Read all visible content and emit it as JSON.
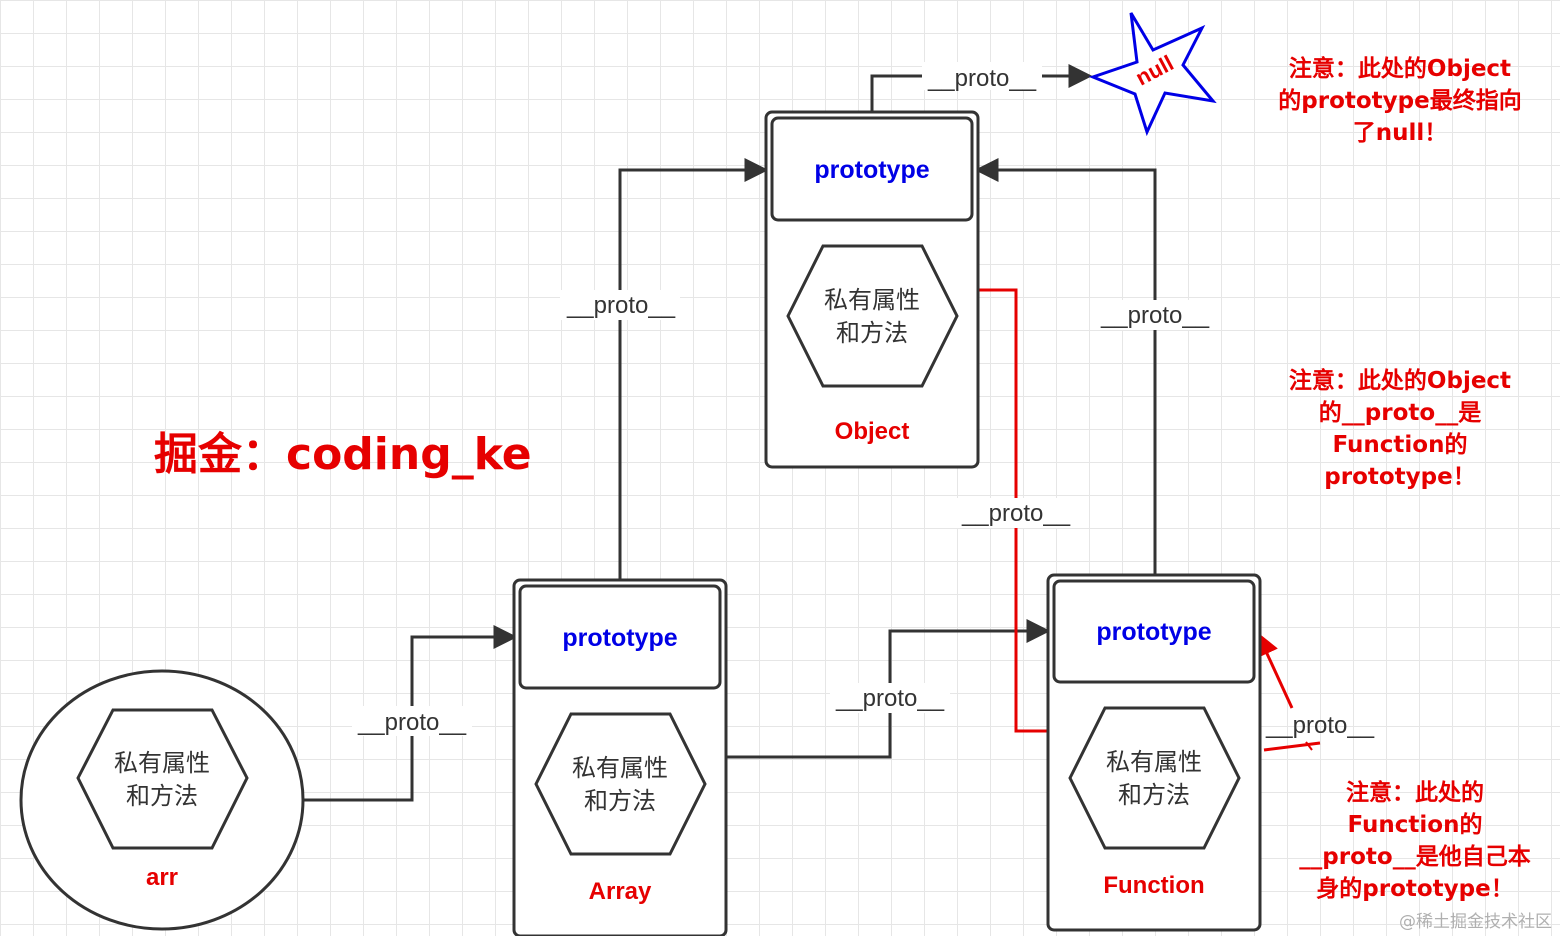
{
  "brand": "掘金：coding_ke",
  "watermark": "@稀土掘金技术社区",
  "null_node": {
    "label": "null",
    "color": "#e60000",
    "outline": "#0000e6"
  },
  "nodes": {
    "object": {
      "prototype_label": "prototype",
      "members_lines": [
        "私有属性",
        "和方法"
      ],
      "name": "Object"
    },
    "array": {
      "prototype_label": "prototype",
      "members_lines": [
        "私有属性",
        "和方法"
      ],
      "name": "Array"
    },
    "function": {
      "prototype_label": "prototype",
      "members_lines": [
        "私有属性",
        "和方法"
      ],
      "name": "Function"
    },
    "arr": {
      "members_lines": [
        "私有属性",
        "和方法"
      ],
      "name": "arr"
    }
  },
  "edges": {
    "object_to_null": "__proto__",
    "array_to_object": "__proto__",
    "function_proto_to_object": "__proto__",
    "object_to_function": "__proto__",
    "arr_to_array": "__proto__",
    "array_to_function": "__proto__",
    "function_self": "__proto__"
  },
  "notes": {
    "object_prototype_null": [
      "注意：此处的Object",
      "的prototype最终指向",
      "了null！"
    ],
    "object_proto_function": [
      "注意：此处的Object",
      "的__proto__是",
      "Function的",
      "prototype！"
    ],
    "function_proto_self": [
      "注意：此处的",
      "Function的",
      "__proto__是他自己本",
      "身的prototype！"
    ]
  },
  "colors": {
    "prototype_text": "#0000e6",
    "name_text": "#e60000",
    "line": "#333333",
    "highlight_line": "#e60000"
  }
}
